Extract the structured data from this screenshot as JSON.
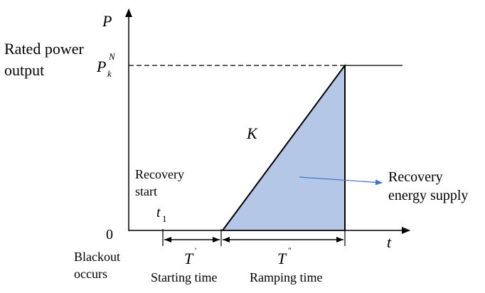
{
  "axes": {
    "y_symbol": "P",
    "x_symbol": "t",
    "origin_label": "0"
  },
  "rated_power": {
    "line1": "Rated power",
    "line2": "output",
    "symbol_base": "P",
    "symbol_sub": "k",
    "symbol_sup": "N"
  },
  "slope_label": "K",
  "recovery_start": {
    "line1": "Recovery",
    "line2": "start"
  },
  "t1": {
    "base": "t",
    "sub": "1"
  },
  "blackout": {
    "line1": "Blackout",
    "line2": "occurs"
  },
  "starting_time": {
    "symbol": "T",
    "prime": "'",
    "label": "Starting time"
  },
  "ramping_time": {
    "symbol": "T",
    "prime": "\"",
    "label": "Ramping time"
  },
  "energy_supply": {
    "line1": "Recovery",
    "line2": "energy supply"
  },
  "colors": {
    "fill": "#b4c7e7",
    "arrow": "#4472c4",
    "line": "#000000"
  }
}
